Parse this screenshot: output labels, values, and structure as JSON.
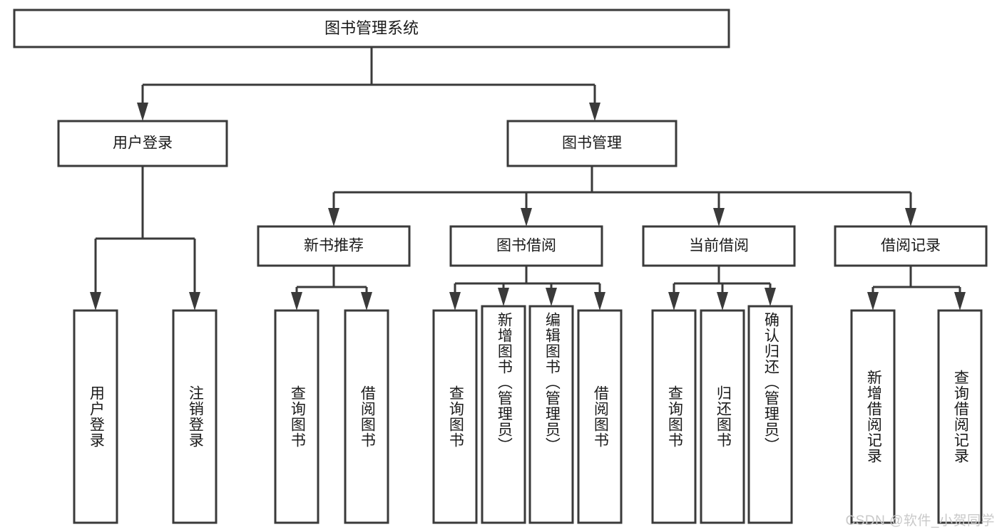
{
  "diagram": {
    "title": "图书管理系统",
    "type": "tree-hierarchy-diagram",
    "colors": {
      "stroke": "#3a3a3a",
      "fill": "#ffffff",
      "text": "#1a1a1a",
      "watermark": "#c9c9c9"
    },
    "root": {
      "label": "图书管理系统"
    },
    "level1": [
      {
        "label": "用户登录"
      },
      {
        "label": "图书管理"
      }
    ],
    "level2": [
      {
        "label": "新书推荐"
      },
      {
        "label": "图书借阅"
      },
      {
        "label": "当前借阅"
      },
      {
        "label": "借阅记录"
      }
    ],
    "leaves": {
      "user_login": [
        {
          "label": "用户登录"
        },
        {
          "label": "注销登录"
        }
      ],
      "new_book_recommend": [
        {
          "label": "查询图书"
        },
        {
          "label": "借阅图书"
        }
      ],
      "book_borrow": [
        {
          "label": "查询图书"
        },
        {
          "label": "新增图书（管理员）"
        },
        {
          "label": "编辑图书（管理员）"
        },
        {
          "label": "借阅图书"
        }
      ],
      "current_borrow": [
        {
          "label": "查询图书"
        },
        {
          "label": "归还图书"
        },
        {
          "label": "确认归还（管理员）"
        }
      ],
      "borrow_record": [
        {
          "label": "新增借阅记录"
        },
        {
          "label": "查询借阅记录"
        }
      ]
    }
  },
  "watermark": {
    "text": "CSDN @软件_小贺同学"
  }
}
